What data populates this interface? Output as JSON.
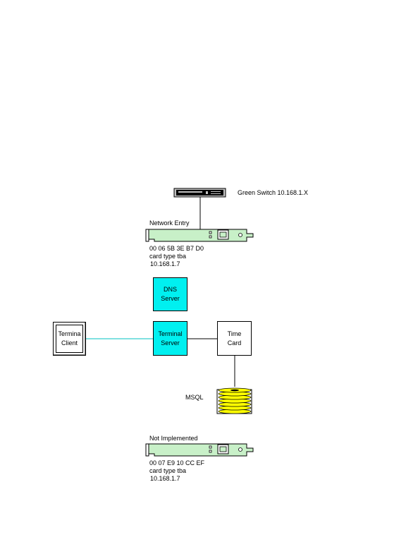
{
  "switch": {
    "label": "Green Switch 10.168.1.X"
  },
  "nic_top": {
    "title": "Network Entry",
    "mac": "00 06 5B 3E B7 D0",
    "card_type": "card type tba",
    "ip": "10.168.1.7"
  },
  "dns_server": {
    "line1": "DNS",
    "line2": "Server"
  },
  "terminal_client": {
    "line1": "Termina",
    "line2": "Client"
  },
  "terminal_server": {
    "line1": "Terminal",
    "line2": "Server"
  },
  "time_card": {
    "line1": "Time",
    "line2": "Card"
  },
  "database": {
    "label": "MSQL"
  },
  "nic_bottom": {
    "title": "Not Implemented",
    "mac": "00 07 E9 10 CC EF",
    "card_type": "card type tba",
    "ip": "10.168.1.7"
  },
  "colors": {
    "server_fill": "#00f0f0",
    "nic_fill": "#c8f0c8",
    "db_fill": "#ffff00",
    "link_cyan": "#00c0c0"
  }
}
